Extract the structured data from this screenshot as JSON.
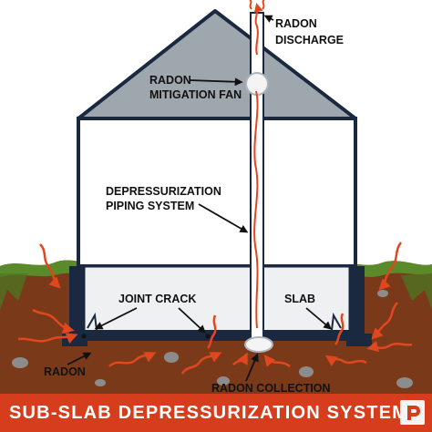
{
  "labels": {
    "radon_discharge_line1": "RADON",
    "radon_discharge_line2": "DISCHARGE",
    "radon_mitigation_fan_line1": "RADON",
    "radon_mitigation_fan_line2": "MITIGATION FAN",
    "depressurization_line1": "DEPRESSURIZATION",
    "depressurization_line2": "PIPING SYSTEM",
    "joint_crack": "JOINT CRACK",
    "slab": "SLAB",
    "radon": "RADON",
    "radon_collection": "RADON COLLECTION"
  },
  "footer": {
    "title": "SUB-SLAB DEPRESSURIZATION SYSTEM",
    "logo_icon": "brand-logo-icon"
  },
  "colors": {
    "roof": "#9ea6ae",
    "house_outline": "#1a2940",
    "soil": "#7a3a1a",
    "grass": "#5a8a2a",
    "radon_arrows": "#e0471f",
    "footer": "#d63d1d"
  }
}
